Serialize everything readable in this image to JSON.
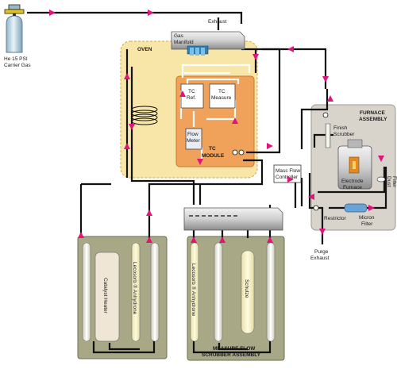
{
  "diagram": {
    "he_tank_label_line1": "He 15 PSI",
    "he_tank_label_line2": "Carrier Gas",
    "exhaust_label": "Exhaust",
    "gas_manifold_line1": "Gas",
    "gas_manifold_line2": "Manifold",
    "oven_label": "OVEN",
    "tc_ref_line1": "TC",
    "tc_ref_line2": "Ref.",
    "tc_measure_line1": "TC",
    "tc_measure_line2": "Measure",
    "flow_meter_line1": "Flow",
    "flow_meter_line2": "Meter",
    "tc_module_line1": "TC",
    "tc_module_line2": "MODULE",
    "furnace_assembly_line1": "FURNACE",
    "furnace_assembly_line2": "ASSEMBLY",
    "finish_scrubber_line1": "Finish",
    "finish_scrubber_line2": "Scrubber",
    "electrode_furnace_line1": "Electrode",
    "electrode_furnace_line2": "Furnace",
    "dust_filter_line1": "Dust",
    "dust_filter_line2": "Filter",
    "micron_filter_line1": "Micron",
    "micron_filter_line2": "Filter",
    "restrictor_label": "Restrictor",
    "purge_exhaust_line1": "Purge",
    "purge_exhaust_line2": "Exhaust",
    "mass_flow_line1": "Mass Flow",
    "mass_flow_line2": "Controller",
    "catalyst_heater_label": "Catalyst Heater",
    "lecosorb_label": "Lecosorb ® Anhydrone",
    "schutze_label": "Schutze",
    "measure_flow_line1": "MEASURE FLOW",
    "measure_flow_line2": "SCRUBBER ASSEMBLY",
    "colors": {
      "oven_fill": "#f7e6a8",
      "tc_module_fill": "#f0a25a",
      "scrubber_panel_fill": "#a8a886",
      "furnace_panel_fill": "#d8d4cc",
      "arrow_color": "#e0147a"
    }
  }
}
